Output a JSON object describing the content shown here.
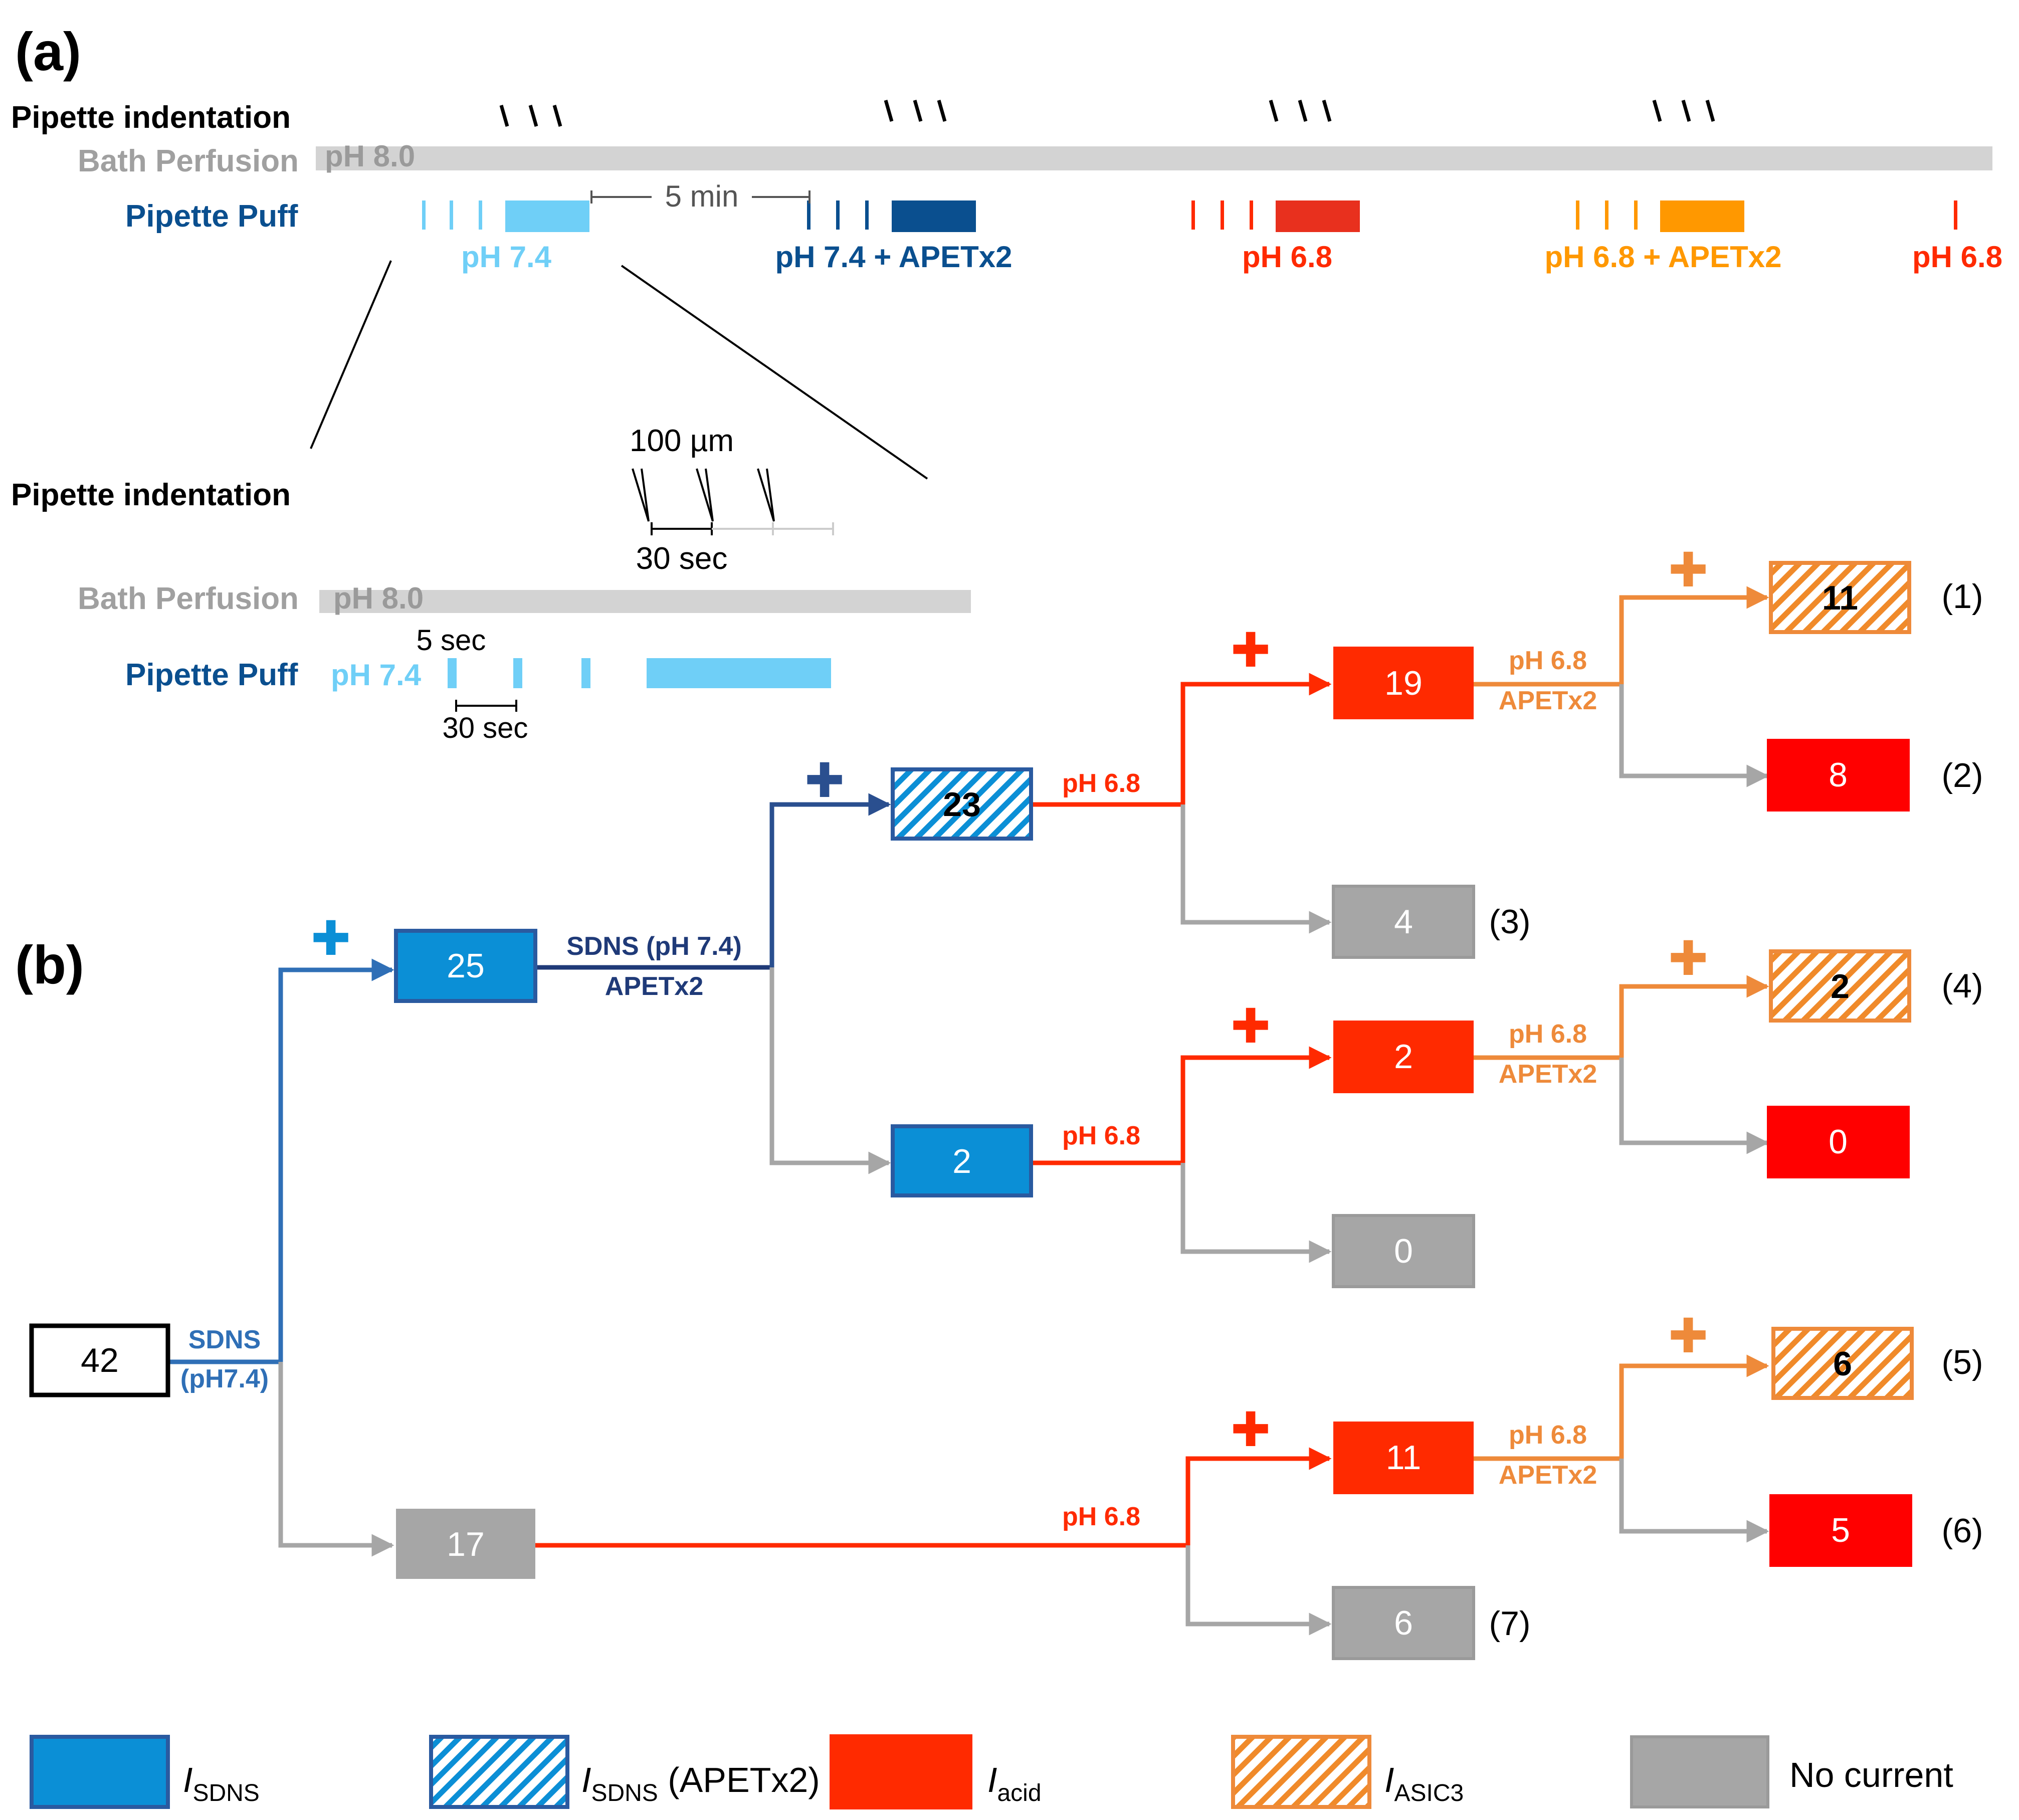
{
  "colors": {
    "sdns_blue": "#0b8fd6",
    "sdns_border": "#2a5aa0",
    "dark_blue": "#1f3a78",
    "mid_blue": "#2f6fb6",
    "light_blue": "#6fcff7",
    "puff_dark": "#0a4f8f",
    "red": "#ff2a00",
    "red_box": "#ff0000",
    "orange": "#ee8a3a",
    "orange_bar": "#ff9800",
    "gray_box": "#a6a6a6",
    "gray_line": "#a6a6a6",
    "bath_gray": "#d3d3d3",
    "label_gray": "#9a9a9a"
  },
  "panel_a": {
    "label": "(a)",
    "row_indentation": "Pipette indentation",
    "row_bath": "Bath Perfusion",
    "row_puff": "Pipette Puff",
    "bath_ph": "pH 8.0",
    "interval_label": "5 min",
    "conditions": [
      "pH 7.4",
      "pH 7.4 + APETx2",
      "pH 6.8",
      "pH 6.8 + APETx2",
      "pH 6.8"
    ],
    "zoom": {
      "row_indentation": "Pipette indentation",
      "row_bath": "Bath Perfusion",
      "row_puff": "Pipette Puff",
      "bath_ph": "pH 8.0",
      "puff_ph": "pH 7.4",
      "depth_label": "100 µm",
      "indent_interval": "30 sec",
      "puff_duration": "5 sec",
      "puff_interval": "30 sec"
    }
  },
  "panel_b": {
    "label": "(b)",
    "plus": "✚",
    "nodes": {
      "root": "42",
      "sdns_pos": "25",
      "sdns_neg": "17",
      "apetx_pos": "23",
      "apetx_neg": "2",
      "a_acid_pos": "19",
      "a_acid_neg": "4",
      "b_acid_pos": "2",
      "b_acid_neg": "0",
      "c_acid_pos": "11",
      "c_acid_neg": "6",
      "a_asic3": "11",
      "a_nonasic3": "8",
      "b_asic3": "2",
      "b_nonasic3": "0",
      "c_asic3": "6",
      "c_nonasic3": "5"
    },
    "edge_labels": {
      "sdns_1": "SDNS",
      "sdns_2": "(pH7.4)",
      "apetx_1": "SDNS (pH 7.4)",
      "apetx_2": "APETx2",
      "acid": "pH 6.8",
      "asic_1": "pH 6.8",
      "asic_2": "APETx2"
    },
    "groups": [
      "(1)",
      "(2)",
      "(3)",
      "(4)",
      "(5)",
      "(6)",
      "(7)"
    ]
  },
  "legend": {
    "sdns": {
      "main": "I",
      "sub": "SDNS",
      "suffix": ""
    },
    "sdns_apetx": {
      "main": "I",
      "sub": "SDNS",
      "suffix": " (APETx2)"
    },
    "acid": {
      "main": "I",
      "sub": "acid",
      "suffix": ""
    },
    "asic3": {
      "main": "I",
      "sub": "ASIC3",
      "suffix": ""
    },
    "none": {
      "text": "No current"
    }
  }
}
